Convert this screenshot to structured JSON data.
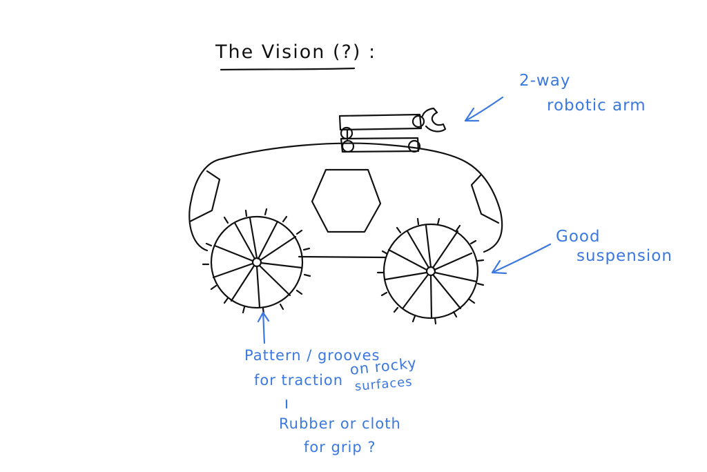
{
  "colors": {
    "ink": "#111111",
    "annotation": "#3a78e0",
    "background": "#ffffff"
  },
  "title": "The Vision (?) :",
  "annotations": {
    "robotic_arm": {
      "line1": "2-way",
      "line2": "robotic arm"
    },
    "suspension": {
      "line1": "Good",
      "line2": "suspension"
    },
    "wheels": {
      "line1": "Pattern / grooves",
      "line2": "for traction",
      "line2b": "on rocky",
      "line3": "surfaces",
      "line4": "Rubber or cloth",
      "line5": "for grip ?"
    }
  }
}
